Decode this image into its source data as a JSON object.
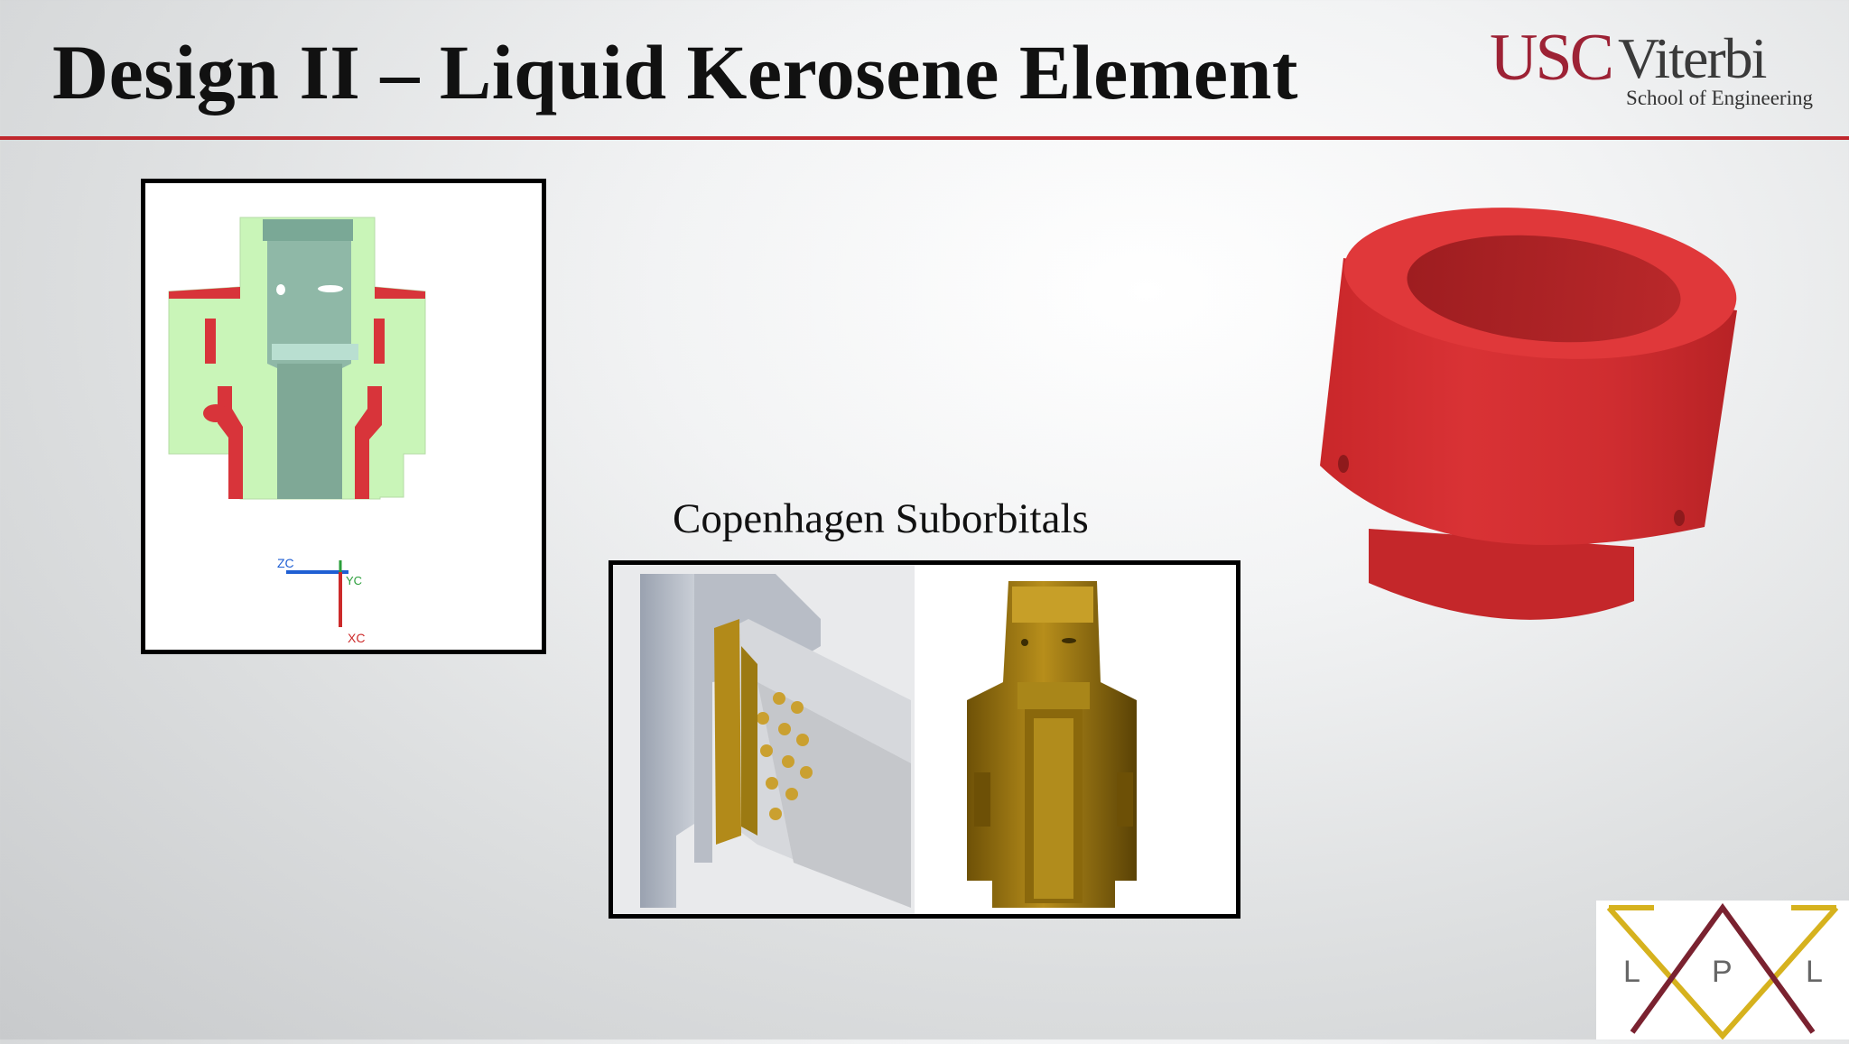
{
  "slide": {
    "title": "Design II – Liquid Kerosene Element",
    "caption": "Copenhagen Suborbitals"
  },
  "logo": {
    "usc": "USC",
    "viterbi": "Viterbi",
    "school": "School of Engineering",
    "lpl_letters": [
      "L",
      "P",
      "L"
    ]
  },
  "cad_axis_labels": {
    "z": "ZC",
    "y": "YC",
    "x": "XC"
  },
  "colors": {
    "accent_rule": "#c0272d",
    "usc_red": "#9d2235",
    "cad_green": "#c9f5b8",
    "cad_red": "#d8343a",
    "brass": "#9a7410",
    "part_red": "#d62f30"
  }
}
